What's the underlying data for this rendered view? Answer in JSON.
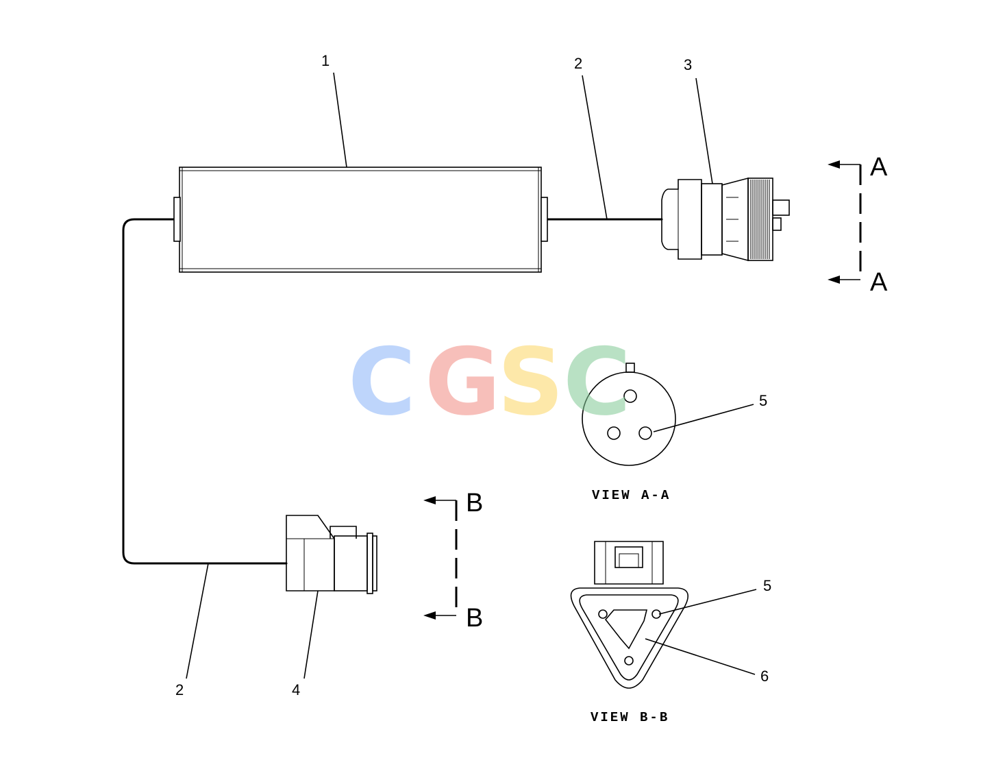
{
  "callouts": {
    "c1": "1",
    "c2_top": "2",
    "c3": "3",
    "c2_bottom": "2",
    "c4": "4",
    "c5_view_a": "5",
    "c5_view_b": "5",
    "c6": "6"
  },
  "section_markers": {
    "a_top": "A",
    "a_bottom": "A",
    "b_top": "B",
    "b_bottom": "B"
  },
  "view_labels": {
    "view_a": "VIEW A-A",
    "view_b": "VIEW B-B"
  },
  "watermark": {
    "letters": [
      "C",
      "G",
      "S",
      "C"
    ],
    "colors": [
      "#8ab4f8",
      "#f28b82",
      "#fdd663",
      "#81c995"
    ]
  }
}
